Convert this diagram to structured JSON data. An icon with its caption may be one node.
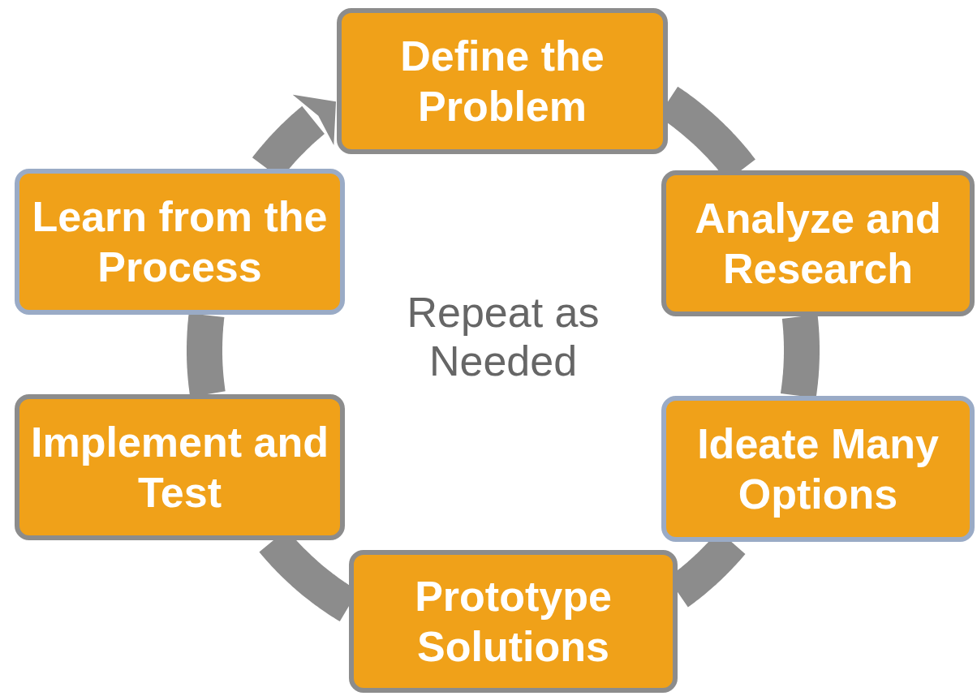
{
  "diagram": {
    "nodes": [
      {
        "text": [
          "Define the Problem"
        ]
      },
      {
        "text": [
          "Analyze and Research"
        ]
      },
      {
        "text": [
          "Ideate Many Options"
        ]
      },
      {
        "text": [
          "Prototype Solutions"
        ]
      },
      {
        "text": [
          "Implement and Test"
        ]
      },
      {
        "text": [
          "Learn from the Process"
        ]
      }
    ],
    "edges": [
      {
        "from": 0,
        "to": 1,
        "arrow": "none"
      },
      {
        "from": 1,
        "to": 2,
        "arrow": "none"
      },
      {
        "from": 2,
        "to": 3,
        "arrow": "none"
      },
      {
        "from": 3,
        "to": 4,
        "arrow": "none"
      },
      {
        "from": 4,
        "to": 5,
        "arrow": "none"
      },
      {
        "from": 5,
        "to": 0,
        "arrow": "to"
      }
    ],
    "labels": [
      "Repeat as Needed"
    ]
  }
}
